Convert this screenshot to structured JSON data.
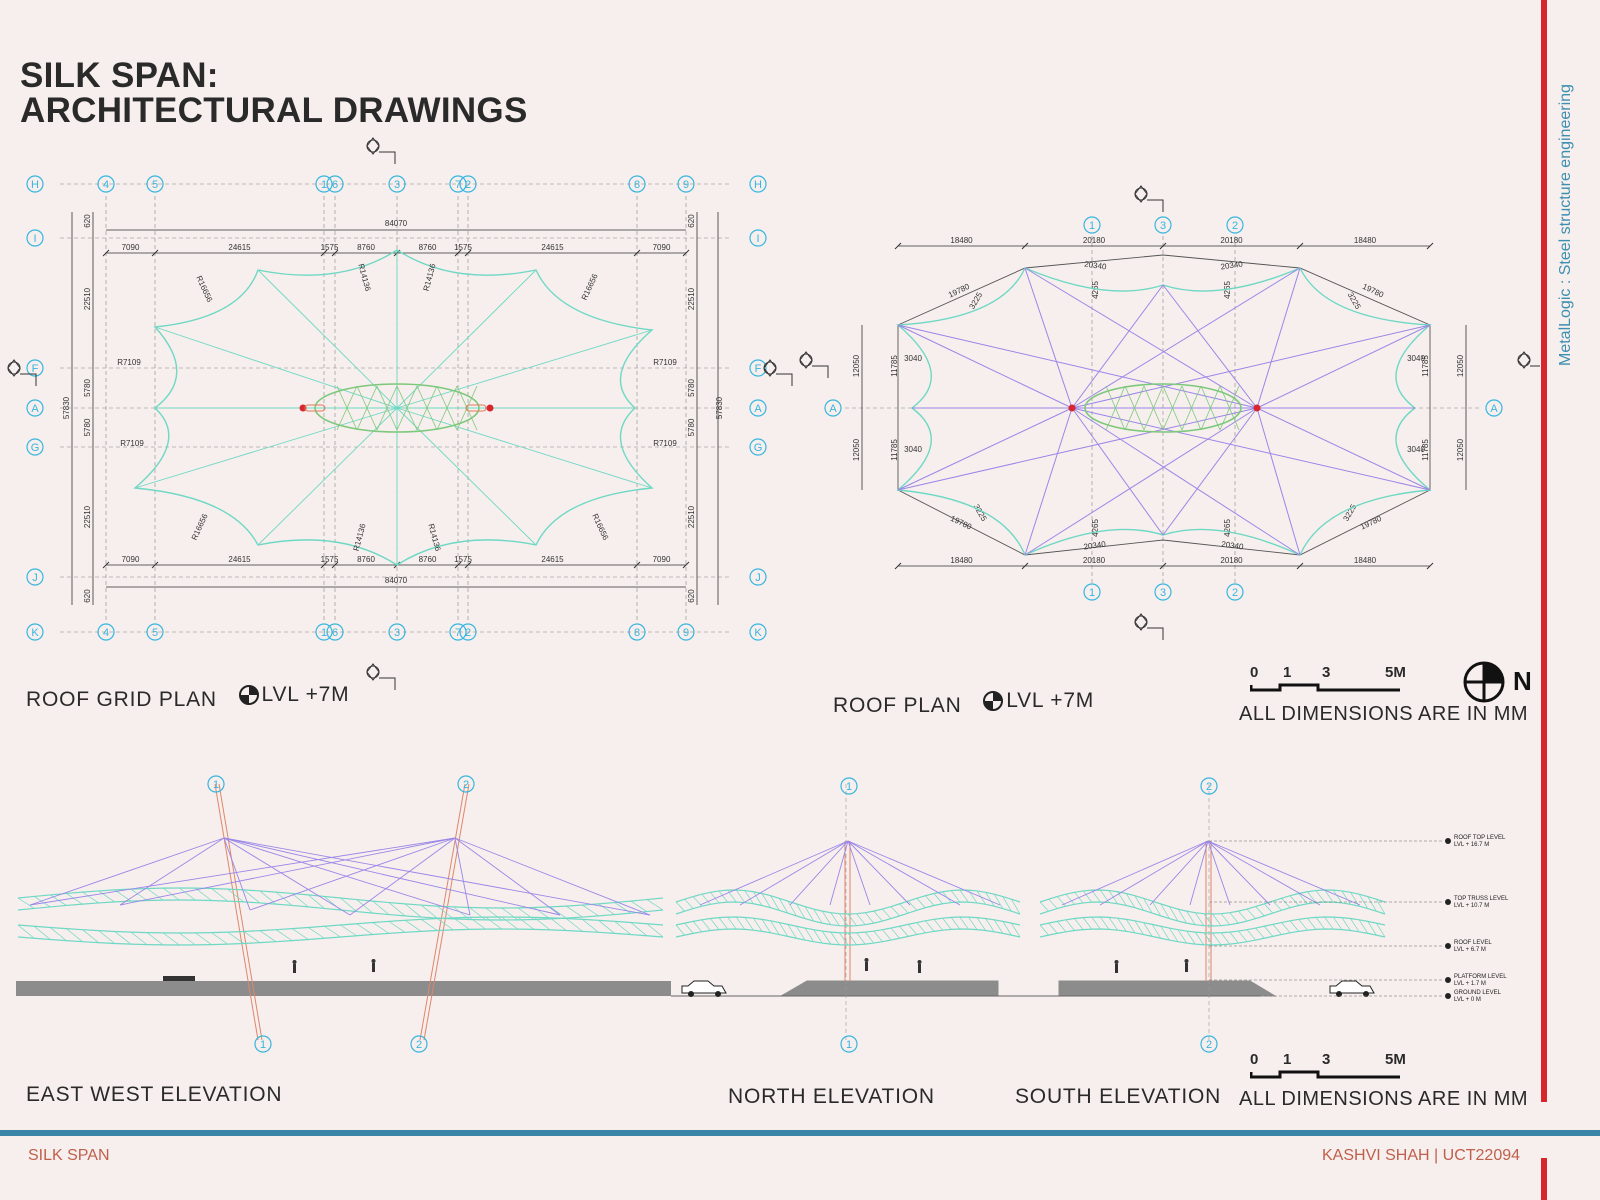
{
  "title": {
    "line1": "SILK SPAN:",
    "line2": "ARCHITECTURAL DRAWINGS"
  },
  "side_text": "MetalLogic : Steel structure engineering",
  "roof_grid_plan": {
    "label": "ROOF GRID PLAN",
    "level": "LVL +7M",
    "grid_top": [
      "4",
      "5",
      "1",
      "6",
      "3",
      "7",
      "2",
      "8",
      "9"
    ],
    "grid_left": [
      "H",
      "I",
      "F",
      "A",
      "G",
      "J",
      "K"
    ],
    "dims_top": [
      "7090",
      "24615",
      "1575",
      "8760",
      "8760",
      "1575",
      "24615",
      "7090"
    ],
    "dim_total": "84070",
    "side_dims": [
      "620",
      "22510",
      "5780",
      "5780",
      "22510",
      "620"
    ],
    "total_height": "57830",
    "radii": [
      "R7109",
      "R7109",
      "R7109",
      "R7109"
    ],
    "arc_radii": [
      "R16656",
      "R14136",
      "R14136",
      "R16656"
    ]
  },
  "roof_plan": {
    "label": "ROOF PLAN",
    "level": "LVL +7M",
    "grid": [
      "1",
      "3",
      "2"
    ],
    "axis": "A",
    "dims_top": [
      "18480",
      "20180",
      "20180",
      "18480"
    ],
    "sub_dims": [
      "20340",
      "20340",
      "4265",
      "4265",
      "19780",
      "19780",
      "3225",
      "3225"
    ],
    "side_dims": [
      "12050",
      "11785",
      "3040",
      "12050",
      "11785",
      "3040"
    ]
  },
  "scale": {
    "ticks": [
      "0",
      "1",
      "3",
      "5M"
    ],
    "note": "ALL DIMENSIONS ARE IN MM",
    "north": "N"
  },
  "elevations": {
    "east_west": "EAST WEST ELEVATION",
    "north": "NORTH ELEVATION",
    "south": "SOUTH ELEVATION",
    "ew_grid": [
      "1",
      "2"
    ],
    "north_grid": "1",
    "south_grid": "2",
    "levels": [
      {
        "name": "ROOF TOP LEVEL",
        "value": "LVL + 16.7 M"
      },
      {
        "name": "TOP TRUSS LEVEL",
        "value": "LVL + 10.7 M"
      },
      {
        "name": "ROOF LEVEL",
        "value": "LVL + 6.7 M"
      },
      {
        "name": "PLATFORM LEVEL",
        "value": "LVL + 1.7 M"
      },
      {
        "name": "GROUND LEVEL",
        "value": "LVL + 0 M"
      }
    ]
  },
  "footer": {
    "left": "SILK SPAN",
    "right": "KASHVI SHAH | UCT22094"
  },
  "colors": {
    "accent_red": "#d8262e",
    "footer_blue": "#3a84a8",
    "grid_cyan": "#37b5df",
    "membrane": "#6fd8c4",
    "cable": "#9a86e8"
  }
}
